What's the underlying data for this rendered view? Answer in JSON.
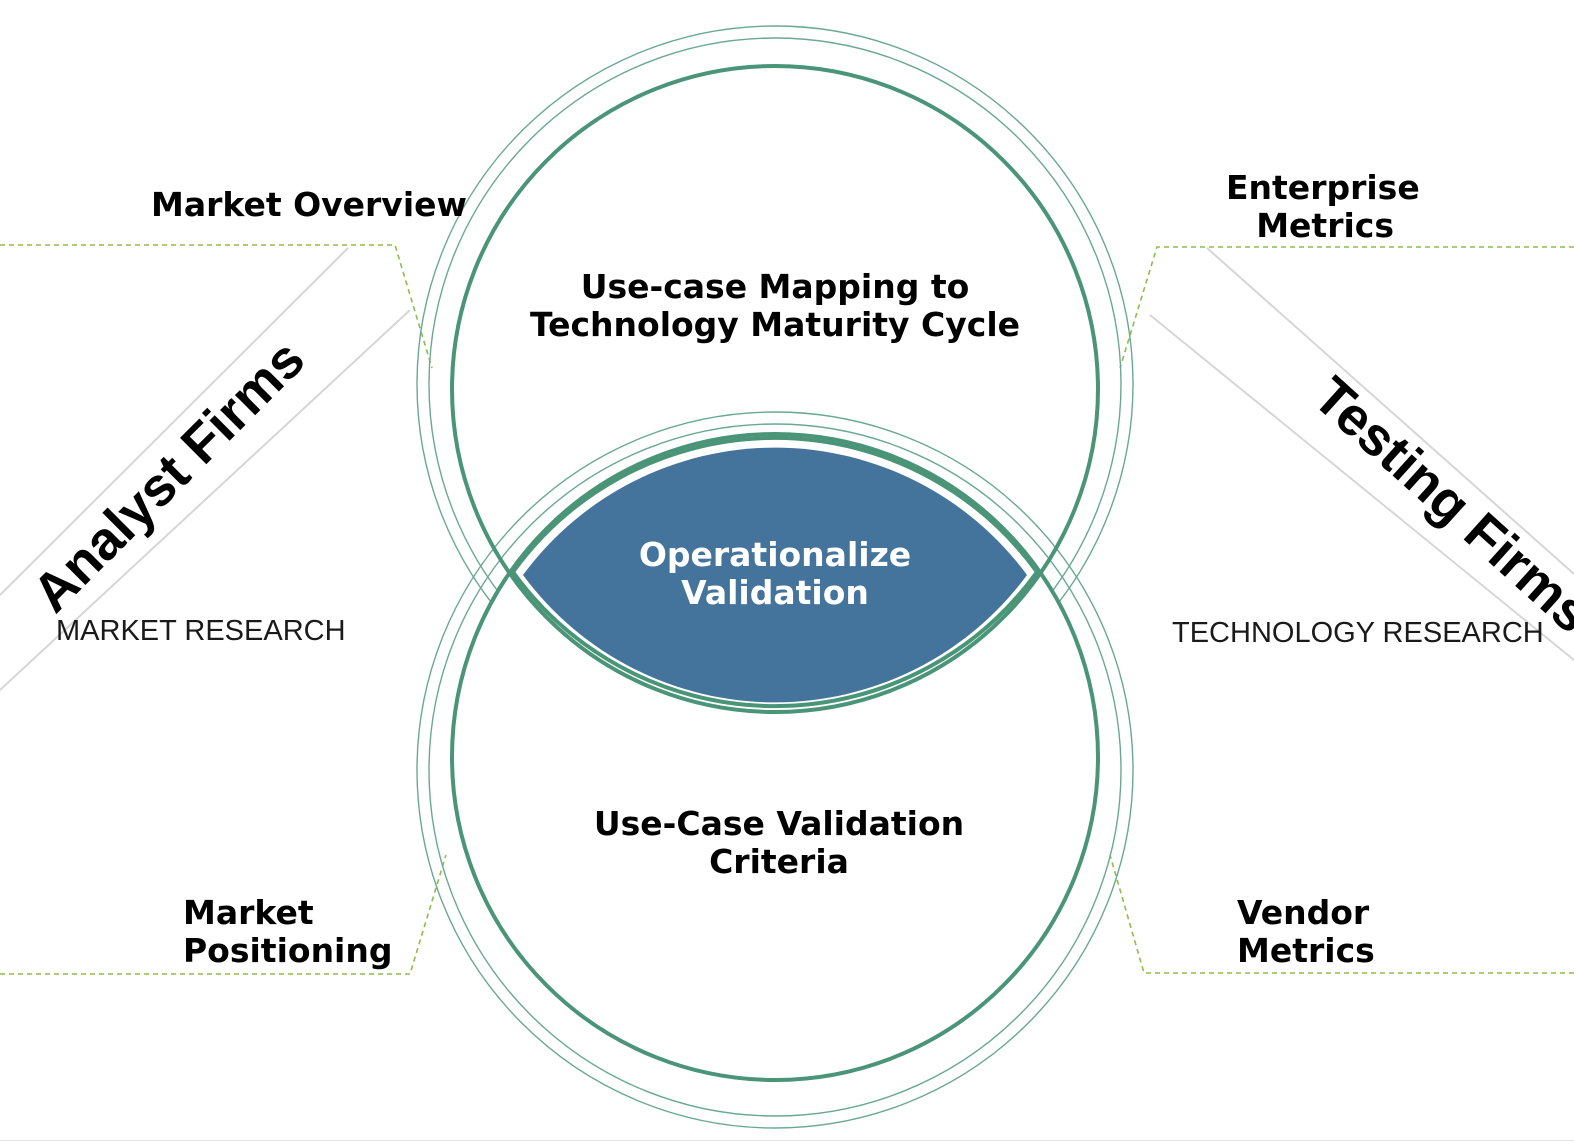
{
  "top_circle": {
    "line1": "Use-case Mapping to",
    "line2": "Technology Maturity Cycle"
  },
  "bottom_circle": {
    "line1": "Use-Case Validation",
    "line2": "Criteria"
  },
  "center_lens": {
    "line1": "Operationalize",
    "line2": "Validation"
  },
  "left": {
    "title": "Analyst Firms",
    "subtitle": "MARKET RESEARCH",
    "top_item": "Market Overview",
    "bottom_item": {
      "line1": "Market",
      "line2": "Positioning"
    }
  },
  "right": {
    "title": "Testing Firms",
    "subtitle": "TECHNOLOGY RESEARCH",
    "top_item": {
      "line1": "Enterprise",
      "line2": "Metrics"
    },
    "bottom_item": {
      "line1": "Vendor",
      "line2": "Metrics"
    }
  },
  "colors": {
    "ring": "#4a9478",
    "ring_outer": "#6aa894",
    "lens_fill": "#44749c",
    "dashed": "#8dbd4a",
    "chevron": "#cfcfcf"
  }
}
